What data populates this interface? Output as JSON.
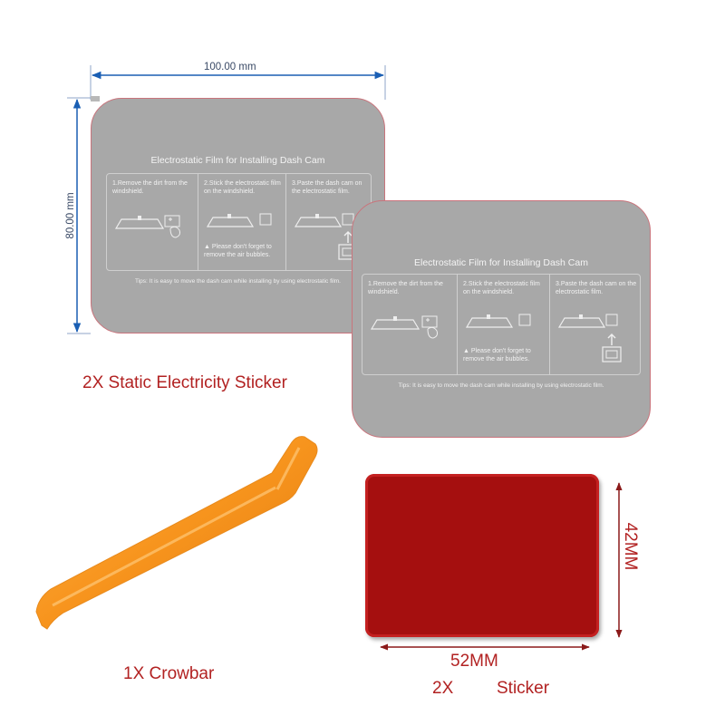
{
  "film": {
    "title": "Electrostatic Film for Installing Dash Cam",
    "steps": [
      {
        "text": "1.Remove the dirt from the windshield."
      },
      {
        "text": "2.Stick the electrostatic film on the windshield."
      },
      {
        "text": "3.Paste the dash cam on the electrostatic film."
      }
    ],
    "note": "▲ Please don't forget to remove the air bubbles.",
    "tips": "Tips: It is easy to move the dash cam while installing by using electrostatic film."
  },
  "dimensions": {
    "width": "100.00 mm",
    "height": "80.00 mm"
  },
  "captions": {
    "static_sticker": "2X Static Electricity Sticker",
    "crowbar": "1X Crowbar",
    "sticker_qty": "2X",
    "sticker_label": "Sticker"
  },
  "red_sticker": {
    "width_label": "52MM",
    "height_label": "42MM"
  },
  "colors": {
    "film_fill": "#a8a8a8",
    "film_border": "#c9747c",
    "dimension_line": "#1a5fb4",
    "crowbar": "#f7941d",
    "sticker_red": "#a50f0f",
    "caption_red": "#b22222"
  }
}
